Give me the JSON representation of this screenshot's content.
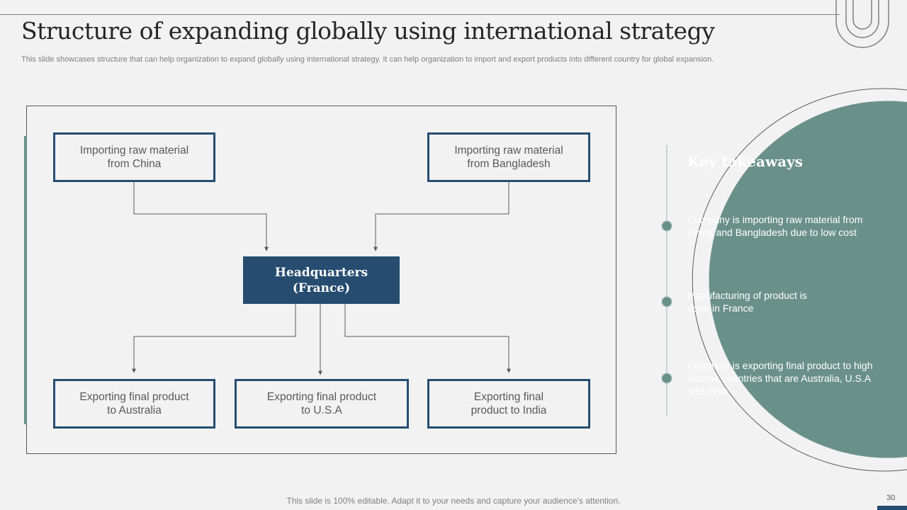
{
  "slide": {
    "title": "Structure of expanding globally using international strategy",
    "subtitle": "This slide showcases structure that can help organization to expand globally using international strategy. It can help organization to import and export products into different country for global expansion.",
    "footer_note": "This slide is 100% editable. Adapt it to your needs and capture your audience's attention.",
    "page_number": "30"
  },
  "diagram": {
    "imports": [
      {
        "line1": "Importing raw material",
        "line2": "from China"
      },
      {
        "line1": "Importing raw material",
        "line2": "from Bangladesh"
      }
    ],
    "hub": {
      "line1": "Headquarters",
      "line2": "(France)"
    },
    "exports": [
      {
        "line1": "Exporting final product",
        "line2": "to Australia"
      },
      {
        "line1": "Exporting final product",
        "line2": "to U.S.A"
      },
      {
        "line1": "Exporting final",
        "line2": "product to India"
      }
    ]
  },
  "takeaways": {
    "title": "Key takeaways",
    "items": [
      "Company is importing raw material from China and Bangladesh due to low cost",
      "Manufacturing of product is done in France",
      "Company is exporting final product to high income countries that are Australia, U.S.A and India"
    ]
  },
  "colors": {
    "navy": "#264d70",
    "teal": "#6a9189",
    "background": "#f2f2f2"
  }
}
